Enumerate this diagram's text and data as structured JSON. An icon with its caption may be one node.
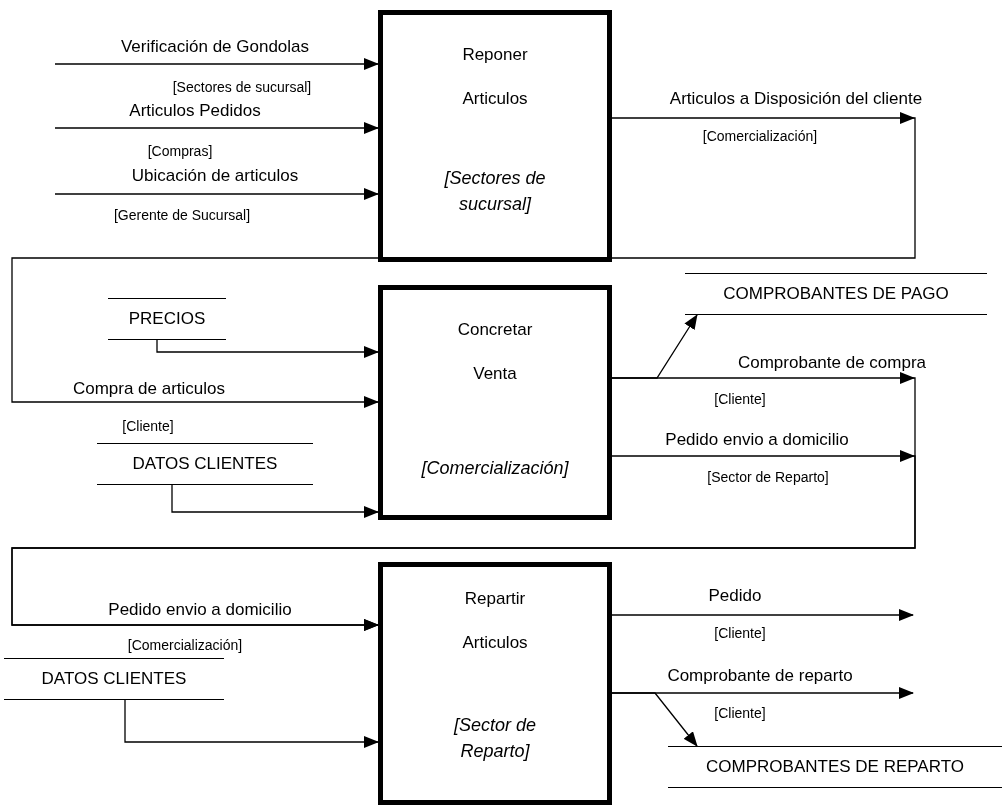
{
  "diagram": {
    "nodes": [
      {
        "text": [
          "Reponer Articulos",
          "[Sectores de sucursal]"
        ]
      },
      {
        "text": [
          "Concretar Venta",
          "[Comercialización]"
        ]
      },
      {
        "text": [
          "Repartir Articulos",
          "[Sector de Reparto]"
        ]
      },
      {
        "text": [
          "PRECIOS"
        ]
      },
      {
        "text": [
          "DATOS CLIENTES"
        ]
      },
      {
        "text": [
          "COMPROBANTES DE PAGO"
        ]
      },
      {
        "text": [
          "DATOS CLIENTES"
        ]
      },
      {
        "text": [
          "COMPROBANTES DE REPARTO"
        ]
      }
    ],
    "edges": [
      {
        "from": null,
        "to": 0,
        "arrow": "to",
        "label": "Verificación de Gondolas"
      },
      {
        "from": null,
        "to": 0,
        "arrow": "to",
        "label": "Articulos Pedidos"
      },
      {
        "from": null,
        "to": 0,
        "arrow": "to",
        "label": "Ubicación de articulos"
      },
      {
        "from": 0,
        "to": 1,
        "arrow": "to",
        "label": "Articulos a Disposición del cliente"
      },
      {
        "from": 3,
        "to": 1,
        "arrow": "to"
      },
      {
        "from": 4,
        "to": 1,
        "arrow": "to"
      },
      {
        "from": 1,
        "to": 2,
        "arrow": "to",
        "label": "Comprobante de compra"
      },
      {
        "from": 1,
        "to": 2,
        "arrow": "to",
        "label": "Pedido envio a domicilio"
      },
      {
        "from": 1,
        "to": 5,
        "arrow": "to"
      },
      {
        "from": 6,
        "to": 2,
        "arrow": "to"
      },
      {
        "from": 2,
        "to": null,
        "arrow": "to",
        "label": "Pedido"
      },
      {
        "from": 2,
        "to": null,
        "arrow": "to",
        "label": "Comprobante de reparto"
      },
      {
        "from": 2,
        "to": 7,
        "arrow": "to"
      }
    ],
    "labels": [
      "[Sectores de sucursal]",
      "[Compras]",
      "[Gerente de Sucursal]",
      "[Comercialización]",
      "Compra de articulos",
      "[Cliente]",
      "[Cliente]",
      "[Sector de Reparto]",
      "Pedido envio a domicilio",
      "[Comercialización]",
      "[Cliente]",
      "[Cliente]"
    ]
  }
}
